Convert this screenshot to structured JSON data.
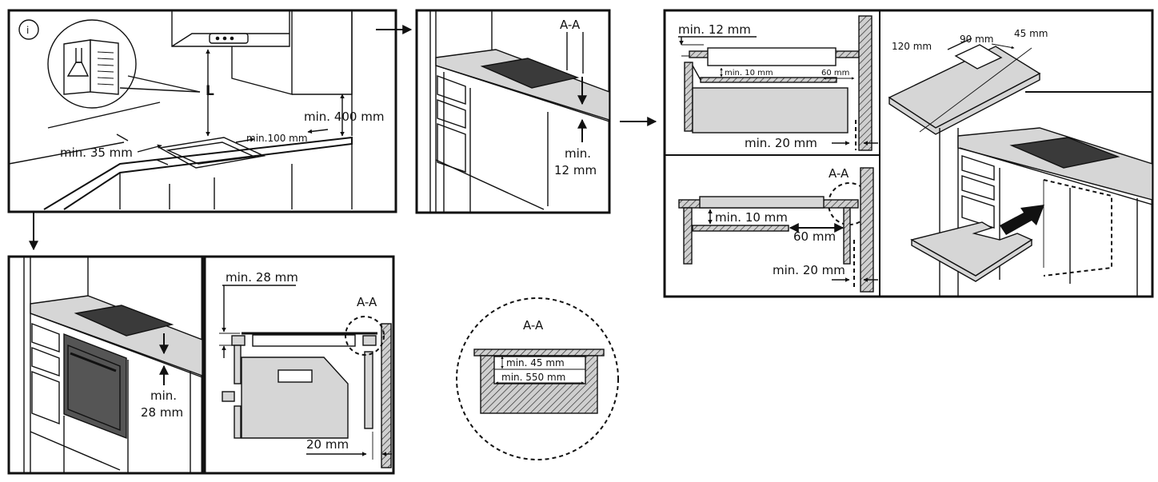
{
  "panel1": {
    "info_glyph": "i",
    "label_L": "L",
    "min_400": "min. 400 mm",
    "min_100": "min.100 mm",
    "min_35": "min. 35 mm"
  },
  "panel2": {
    "section": "A-A",
    "min": "min.",
    "value": "12 mm"
  },
  "panel3": {
    "min_12": "min. 12 mm",
    "min_10": "min. 10 mm",
    "gap_60": "60 mm",
    "min_20": "min. 20 mm"
  },
  "panel4": {
    "section": "A-A",
    "min_10": "min. 10 mm",
    "gap_60": "60 mm",
    "min_20": "min. 20 mm"
  },
  "panel5": {
    "d120": "120 mm",
    "d90": "90 mm",
    "d45": "45 mm"
  },
  "panel6": {
    "min": "min.",
    "value": "28 mm"
  },
  "panel7": {
    "min_28": "min. 28 mm",
    "section": "A-A",
    "d20": "20 mm"
  },
  "detail": {
    "section": "A-A",
    "min_45": "min. 45 mm",
    "min_550": "min. 550 mm"
  },
  "colors": {
    "stroke": "#111111",
    "counter": "#bdbdbd",
    "hob": "#3a3a3a"
  }
}
